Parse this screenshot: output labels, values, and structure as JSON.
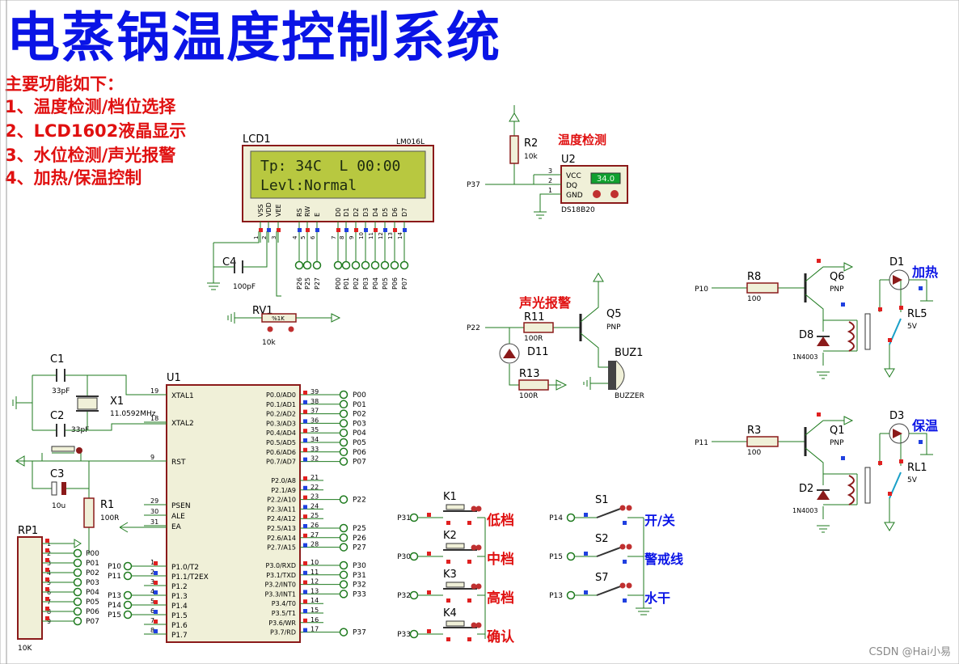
{
  "title": "电蒸锅温度控制系统",
  "features": {
    "heading": "主要功能如下：",
    "items": [
      "1、温度检测/档位选择",
      "2、LCD1602液晶显示",
      "3、水位检测/声光报警",
      "4、加热/保温控制"
    ]
  },
  "lcd": {
    "ref": "LCD1",
    "model": "LM016L",
    "line1": "Tp: 34C  L 00:00",
    "line2": "Levl:Normal",
    "pins": [
      "VSS",
      "VDD",
      "VEE",
      "RS",
      "RW",
      "E",
      "D0",
      "D1",
      "D2",
      "D3",
      "D4",
      "D5",
      "D6",
      "D7"
    ],
    "pin_numbers": [
      "1",
      "2",
      "3",
      "4",
      "5",
      "6",
      "7",
      "8",
      "9",
      "10",
      "11",
      "12",
      "13",
      "14"
    ],
    "ports": [
      "P26",
      "P25",
      "P27",
      "P00",
      "P01",
      "P02",
      "P03",
      "P04",
      "P05",
      "P06",
      "P07"
    ]
  },
  "temp_sensor": {
    "label": "温度检测",
    "ref": "U2",
    "model": "DS18B20",
    "pins": [
      "VCC",
      "DQ",
      "GND"
    ],
    "pin_numbers": [
      "3",
      "2",
      "1"
    ],
    "display": "34.0",
    "resistor": "R2",
    "resistor_value": "10k",
    "port": "P37"
  },
  "alarm": {
    "label": "声光报警",
    "q": "Q5",
    "q_type": "PNP",
    "r11": "R11",
    "r11_value": "100R",
    "r13": "R13",
    "r13_value": "100R",
    "led": "D11",
    "buzzer": "BUZ1",
    "buzzer_model": "BUZZER",
    "port": "P22"
  },
  "heat": {
    "label": "加热",
    "r": "R8",
    "r_value": "100",
    "q": "Q6",
    "q_type": "PNP",
    "d_led": "D1",
    "relay": "RL5",
    "relay_v": "5V",
    "diode": "D8",
    "diode_model": "1N4003",
    "port": "P10"
  },
  "keep": {
    "label": "保温",
    "r": "R3",
    "r_value": "100",
    "q": "Q1",
    "q_type": "PNP",
    "d_led": "D3",
    "relay": "RL1",
    "relay_v": "5V",
    "diode": "D2",
    "diode_model": "1N4003",
    "port": "P11"
  },
  "mcu": {
    "ref": "U1",
    "left_pins": [
      [
        "19",
        "XTAL1"
      ],
      [
        "18",
        "XTAL2"
      ],
      [
        "9",
        "RST"
      ],
      [
        "29",
        "PSEN"
      ],
      [
        "30",
        "ALE"
      ],
      [
        "31",
        "EA"
      ],
      [
        "1",
        "P1.0/T2"
      ],
      [
        "2",
        "P1.1/T2EX"
      ],
      [
        "3",
        "P1.2"
      ],
      [
        "4",
        "P1.3"
      ],
      [
        "5",
        "P1.4"
      ],
      [
        "6",
        "P1.5"
      ],
      [
        "7",
        "P1.6"
      ],
      [
        "8",
        "P1.7"
      ]
    ],
    "right_pins": [
      [
        "39",
        "P0.0/AD0"
      ],
      [
        "38",
        "P0.1/AD1"
      ],
      [
        "37",
        "P0.2/AD2"
      ],
      [
        "36",
        "P0.3/AD3"
      ],
      [
        "35",
        "P0.4/AD4"
      ],
      [
        "34",
        "P0.5/AD5"
      ],
      [
        "33",
        "P0.6/AD6"
      ],
      [
        "32",
        "P0.7/AD7"
      ],
      [
        "21",
        "P2.0/A8"
      ],
      [
        "22",
        "P2.1/A9"
      ],
      [
        "23",
        "P2.2/A10"
      ],
      [
        "24",
        "P2.3/A11"
      ],
      [
        "25",
        "P2.4/A12"
      ],
      [
        "26",
        "P2.5/A13"
      ],
      [
        "27",
        "P2.6/A14"
      ],
      [
        "28",
        "P2.7/A15"
      ],
      [
        "10",
        "P3.0/RXD"
      ],
      [
        "11",
        "P3.1/TXD"
      ],
      [
        "12",
        "P3.2/INT0"
      ],
      [
        "13",
        "P3.3/INT1"
      ],
      [
        "14",
        "P3.4/T0"
      ],
      [
        "15",
        "P3.5/T1"
      ],
      [
        "16",
        "P3.6/WR"
      ],
      [
        "17",
        "P3.7/RD"
      ]
    ],
    "right_ports": [
      "P00",
      "P01",
      "P02",
      "P03",
      "P04",
      "P05",
      "P06",
      "P07",
      "",
      "",
      "P22",
      "",
      "",
      "P25",
      "P26",
      "P27",
      "P30",
      "P31",
      "P32",
      "P33",
      "",
      "",
      "",
      "P37"
    ],
    "left_ports": [
      "",
      "",
      "",
      "",
      "",
      "",
      "P10",
      "P11",
      "",
      "P13",
      "P14",
      "P15",
      "",
      ""
    ]
  },
  "clock": {
    "c1": "C1",
    "c1_value": "33pF",
    "c2": "C2",
    "c2_value": "33pF",
    "crystal": "X1",
    "crystal_value": "11.0592MHz"
  },
  "reset": {
    "c3": "C3",
    "c3_value": "10u",
    "r1": "R1",
    "r1_value": "100R"
  },
  "rp1": {
    "ref": "RP1",
    "value": "10K",
    "pins": [
      "1",
      "2",
      "3",
      "4",
      "5",
      "6",
      "7",
      "8",
      "9"
    ],
    "ports": [
      "P00",
      "P01",
      "P02",
      "P03",
      "P04",
      "P05",
      "P06",
      "P07"
    ]
  },
  "c4": {
    "ref": "C4",
    "value": "100pF"
  },
  "rv1": {
    "ref": "RV1",
    "value": "10k",
    "pct": "%1K"
  },
  "keys": [
    {
      "ref": "K1",
      "port": "P31",
      "label": "低档"
    },
    {
      "ref": "K2",
      "port": "P30",
      "label": "中档"
    },
    {
      "ref": "K3",
      "port": "P32",
      "label": "高档"
    },
    {
      "ref": "K4",
      "port": "P33",
      "label": "确认"
    }
  ],
  "switches": [
    {
      "ref": "S1",
      "port": "P14",
      "label": "开/关"
    },
    {
      "ref": "S2",
      "port": "P15",
      "label": "警戒线"
    },
    {
      "ref": "S7",
      "port": "P13",
      "label": "水干"
    }
  ],
  "watermark": "CSDN @Hai小易",
  "colors": {
    "wire": "#1e7a1e",
    "body": "#f0f0d8",
    "outline": "#8b1a1a",
    "title": "#0a14e6",
    "feature": "#e01010",
    "lcd_bg": "#b8c840",
    "red_dot": "#e02020",
    "blue_dot": "#2040e0"
  }
}
